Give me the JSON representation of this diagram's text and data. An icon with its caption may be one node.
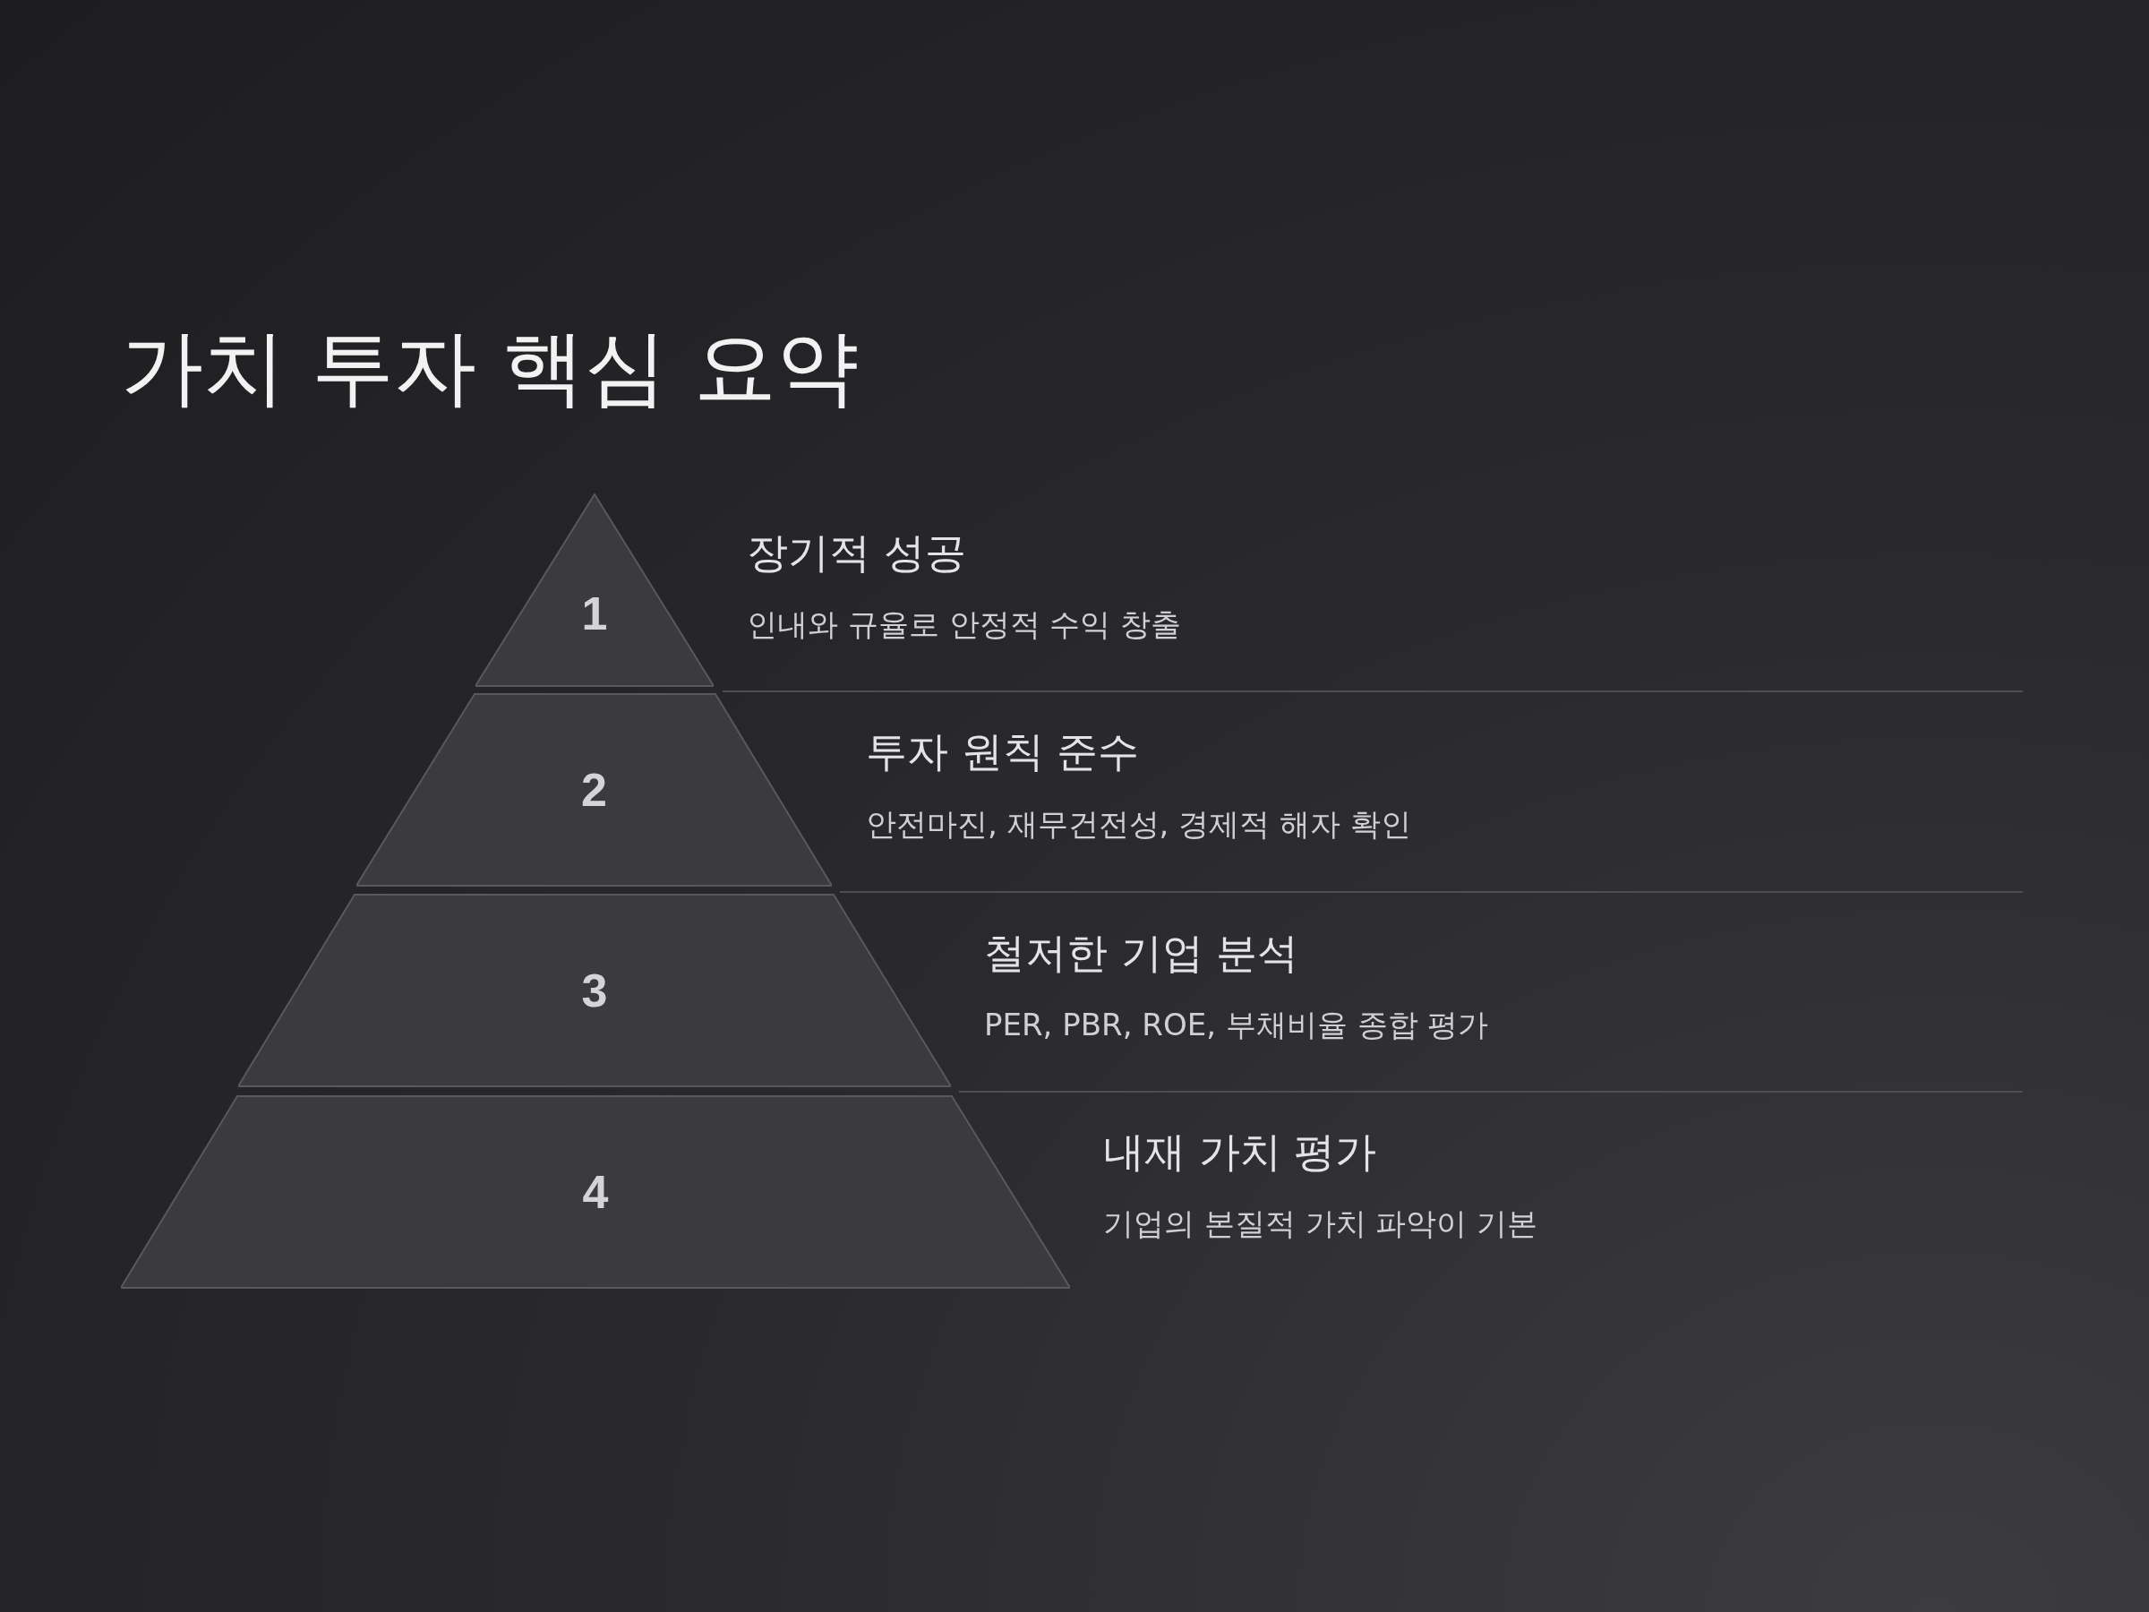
{
  "diagram": {
    "title": "가치 투자 핵심 요약",
    "nodes": [
      {
        "text": [
          "1"
        ],
        "beside": [
          "장기적 성공",
          "인내와 규율로 안정적 수익 창출"
        ]
      },
      {
        "text": [
          "2"
        ],
        "beside": [
          "투자 원칙 준수",
          "안전마진, 재무건전성, 경제적 해자 확인"
        ]
      },
      {
        "text": [
          "3"
        ],
        "beside": [
          "철저한 기업 분석",
          "PER, PBR, ROE, 부채비율 종합 평가"
        ]
      },
      {
        "text": [
          "4"
        ],
        "beside": [
          "내재 가치 평가",
          "기업의 본질적 가치 파악이 기본"
        ]
      }
    ]
  }
}
